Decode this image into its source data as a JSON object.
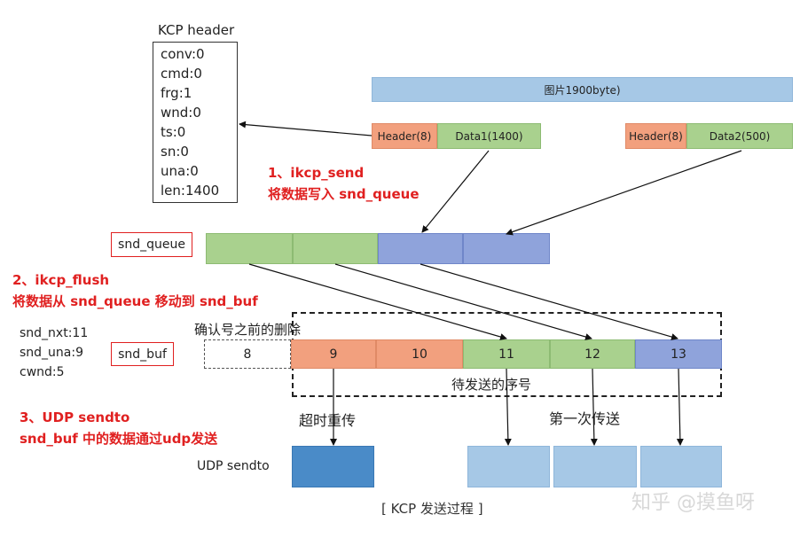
{
  "kcp_header": {
    "title": "KCP header",
    "fields": [
      "conv:0",
      "cmd:0",
      "frg:1",
      "wnd:0",
      "ts:0",
      "sn:0",
      "una:0",
      "len:1400"
    ]
  },
  "image_bar": {
    "label": "图片1900byte)"
  },
  "packet1": {
    "header": "Header(8)",
    "data": "Data1(1400)"
  },
  "packet2": {
    "header": "Header(8)",
    "data": "Data2(500)"
  },
  "steps": {
    "step1_line1": "1、ikcp_send",
    "step1_line2": "将数据写入 snd_queue",
    "step2_line1": "2、ikcp_flush",
    "step2_line2": "将数据从 snd_queue 移动到 snd_buf",
    "step3_line1": "3、UDP sendto",
    "step3_line2": "snd_buf 中的数据通过udp发送"
  },
  "snd_queue": {
    "label": "snd_queue"
  },
  "snd_buf": {
    "label": "snd_buf",
    "state": [
      "snd_nxt:11",
      "snd_una:9",
      "cwnd:5"
    ],
    "deleted_note": "确认号之前的删除",
    "pending_note": "待发送的序号",
    "cells": [
      "8",
      "9",
      "10",
      "11",
      "12",
      "13"
    ]
  },
  "send": {
    "retransmit_label": "超时重传",
    "first_send_label": "第一次传送",
    "udp_label": "UDP sendto"
  },
  "caption": "[ KCP 发送过程 ]",
  "watermark": "知乎 @摸鱼呀",
  "colors": {
    "accent_red": "#e02020",
    "header_orange": "#f2a07e",
    "data_green": "#a9d18e",
    "queue_purple": "#8fa3db",
    "sent_blue": "#a6c8e6",
    "retransmit_blue": "#4a8bc8"
  }
}
